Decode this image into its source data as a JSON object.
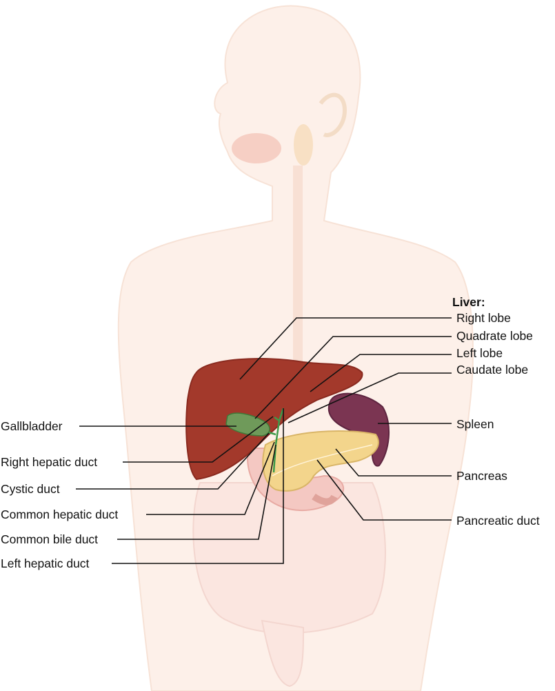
{
  "liver_heading": "Liver:",
  "labels_right": [
    {
      "id": "right-lobe",
      "text": "Right lobe"
    },
    {
      "id": "quadrate-lobe",
      "text": "Quadrate lobe"
    },
    {
      "id": "left-lobe",
      "text": "Left lobe"
    },
    {
      "id": "caudate-lobe",
      "text": "Caudate lobe"
    },
    {
      "id": "spleen",
      "text": "Spleen"
    },
    {
      "id": "pancreas",
      "text": "Pancreas"
    },
    {
      "id": "pancreatic-duct",
      "text": "Pancreatic duct"
    }
  ],
  "labels_left": [
    {
      "id": "gallbladder",
      "text": "Gallbladder"
    },
    {
      "id": "right-hepatic-duct",
      "text": "Right hepatic duct"
    },
    {
      "id": "cystic-duct",
      "text": "Cystic duct"
    },
    {
      "id": "common-hepatic-duct",
      "text": "Common hepatic duct"
    },
    {
      "id": "common-bile-duct",
      "text": "Common bile duct"
    },
    {
      "id": "left-hepatic-duct",
      "text": "Left hepatic duct"
    }
  ],
  "colors": {
    "body": "#fdeee6",
    "liver": "#a0372a",
    "gallbladder": "#6f9a5a",
    "spleen": "#7a3550",
    "pancreas": "#f3d58c",
    "stomach": "#f2c1bb",
    "leader_line": "#111111"
  }
}
